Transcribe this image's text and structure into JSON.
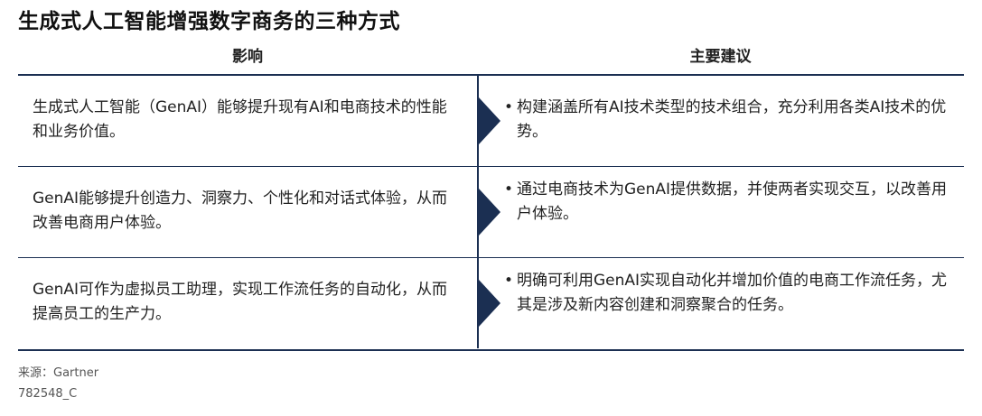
{
  "title": "生成式人工智能增强数字商务的三种方式",
  "headers": {
    "impact": "影响",
    "recommendation": "主要建议"
  },
  "rows": [
    {
      "impact": "生成式人工智能（GenAI）能够提升现有AI和电商技术的性能和业务价值。",
      "recommendation": "构建涵盖所有AI技术类型的技术组合，充分利用各类AI技术的优势。"
    },
    {
      "impact": "GenAI能够提升创造力、洞察力、个性化和对话式体验，从而改善电商用户体验。",
      "recommendation": "通过电商技术为GenAI提供数据，并使两者实现交互，以改善用户体验。"
    },
    {
      "impact": "GenAI可作为虚拟员工助理，实现工作流任务的自动化，从而提高员工的生产力。",
      "recommendation": "明确可利用GenAI实现自动化并增加价值的电商工作流任务，尤其是涉及新内容创建和洞察聚合的任务。"
    }
  ],
  "footer": {
    "source": "来源：Gartner",
    "code": "782548_C"
  },
  "colors": {
    "navy": "#1b2f52"
  }
}
